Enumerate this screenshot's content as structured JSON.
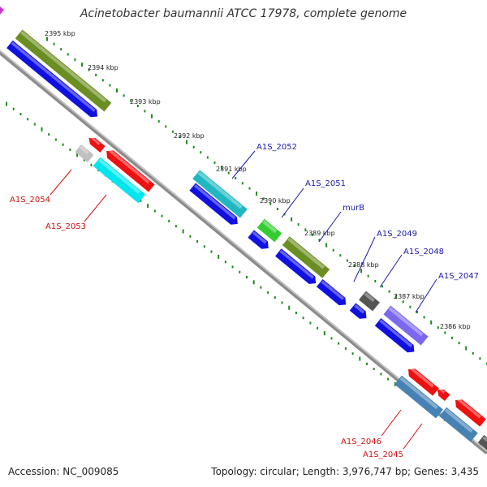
{
  "title": "Acinetobacter baumannii ATCC 17978, complete genome",
  "footer": {
    "accession_label": "Accession:",
    "accession": "NC_009085",
    "topology_label": "Topology:",
    "topology": "circular;",
    "length_label": "Length:",
    "length": "3,976,747 bp;",
    "genes_label": "Genes:",
    "genes": "3,435"
  },
  "colors": {
    "backbone": "#8c8c8c",
    "tick": "#1f8a1f",
    "forward_label": "#1a1aa8",
    "reverse_label": "#cc1111"
  },
  "scale": {
    "unit": "kbp",
    "marks": [
      {
        "label": "2395 kbp"
      },
      {
        "label": "2394 kbp"
      },
      {
        "label": "2393 kbp"
      },
      {
        "label": "2392 kbp"
      },
      {
        "label": "2391 kbp"
      },
      {
        "label": "2390 kbp"
      },
      {
        "label": "2389 kbp"
      },
      {
        "label": "2388 kbp"
      },
      {
        "label": "2387 kbp"
      },
      {
        "label": "2386 kbp"
      }
    ]
  },
  "genes": {
    "forward_labeled": [
      {
        "name": "A1S_2052"
      },
      {
        "name": "A1S_2051"
      },
      {
        "name": "murB"
      },
      {
        "name": "A1S_2049"
      },
      {
        "name": "A1S_2048"
      },
      {
        "name": "A1S_2047"
      }
    ],
    "reverse_labeled": [
      {
        "name": "A1S_2054"
      },
      {
        "name": "A1S_2053"
      },
      {
        "name": "A1S_2046"
      },
      {
        "name": "A1S_2045"
      }
    ]
  }
}
